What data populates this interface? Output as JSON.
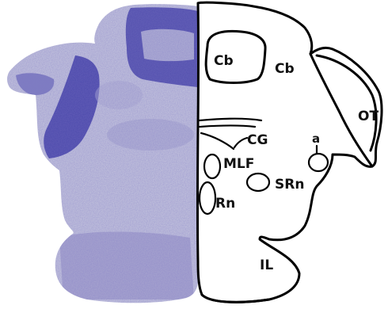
{
  "colors": {
    "stain_light": "#c3c3dc",
    "stain_base": "#b7b6d6",
    "stain_dark": "#3c39a3",
    "stain_deep": "#2a2690",
    "outline": "#000000",
    "background": "#ffffff"
  },
  "labels": {
    "cb_inner": "Cb",
    "cb_outer": "Cb",
    "ot": "OT",
    "cg": "CG",
    "a": "a",
    "mlf": "MLF",
    "srn": "SRn",
    "rn": "Rn",
    "il": "IL"
  }
}
